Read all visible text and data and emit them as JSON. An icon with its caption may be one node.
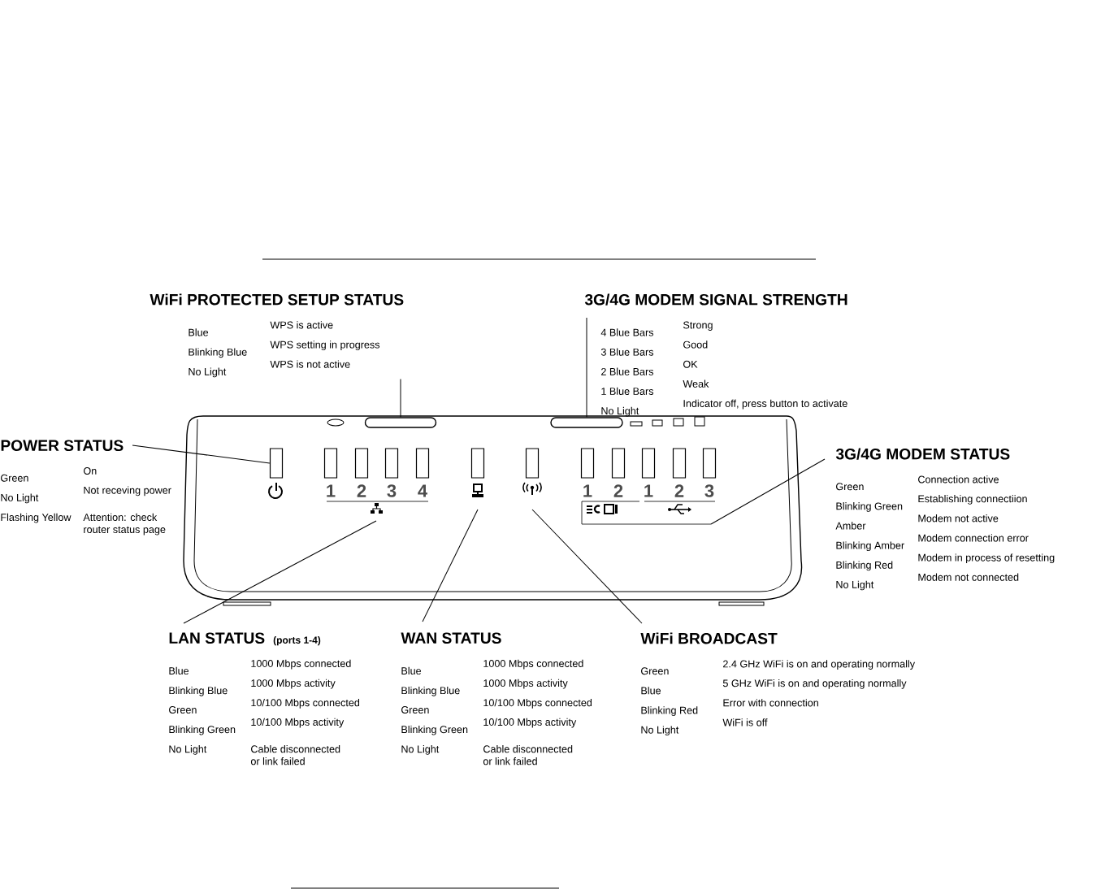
{
  "diagram": {
    "nodes": [
      {
        "text": [
          "WiFi PROTECTED SETUP STATUS",
          "Blue",
          "WPS is active",
          "Blinking Blue",
          "WPS setting in progress",
          "No Light",
          "WPS is not active"
        ]
      },
      {
        "text": [
          "3G/4G MODEM SIGNAL STRENGTH",
          "4 Blue Bars",
          "Strong",
          "3 Blue Bars",
          "Good",
          "2 Blue Bars",
          "OK",
          "1 Blue Bars",
          "Weak",
          "No Light",
          "Indicator off, press button to activate"
        ]
      },
      {
        "text": [
          "POWER STATUS",
          "Green",
          "On",
          "No Light",
          "Not receving power",
          "Flashing Yellow",
          "Attention: check router status page"
        ]
      },
      {
        "text": [
          "3G/4G MODEM STATUS",
          "Green",
          "Connection active",
          "Blinking Green",
          "Establishing connectiion",
          "Amber",
          "Modem not active",
          "Blinking Amber",
          "Modem connection error",
          "Blinking Red",
          "Modem in process of resetting",
          "No Light",
          "Modem not connected"
        ]
      },
      {
        "text": [
          "LAN STATUS",
          "(ports 1-4)",
          "Blue",
          "1000 Mbps connected",
          "Blinking Blue",
          "1000 Mbps activity",
          "Green",
          "10/100 Mbps connected",
          "Blinking Green",
          "10/100 Mbps activity",
          "No Light",
          "Cable disconnected or link failed"
        ]
      },
      {
        "text": [
          "WAN STATUS",
          "Blue",
          "1000 Mbps connected",
          "Blinking Blue",
          "1000 Mbps activity",
          "Green",
          "10/100 Mbps connected",
          "Blinking Green",
          "10/100 Mbps activity",
          "No Light",
          "Cable disconnected or link failed"
        ]
      },
      {
        "text": [
          "WiFi BROADCAST",
          "Green",
          "2.4 GHz WiFi is on and operating normally",
          "Blue",
          "5 GHz WiFi is on and operating normally",
          "Blinking Red",
          "Error with connection",
          "No Light",
          "WiFi is off"
        ]
      },
      {
        "text": [],
        "shape": "button"
      },
      {
        "text": [],
        "shape": "button"
      },
      {
        "text": [],
        "shape": "box"
      }
    ],
    "edges": [
      {
        "from": 0,
        "to": 7,
        "arrow": "none"
      },
      {
        "from": 1,
        "to": 8,
        "arrow": "none"
      },
      {
        "from": 2,
        "to": 9,
        "arrow": "none"
      },
      {
        "from": 3,
        "to": null,
        "arrow": "none"
      },
      {
        "from": 4,
        "to": null,
        "arrow": "none"
      },
      {
        "from": 5,
        "to": null,
        "arrow": "none"
      },
      {
        "from": 6,
        "to": null,
        "arrow": "none"
      }
    ],
    "labels": [
      "1",
      "2",
      "3",
      "4",
      "1",
      "2",
      "1",
      "2",
      "3"
    ]
  }
}
